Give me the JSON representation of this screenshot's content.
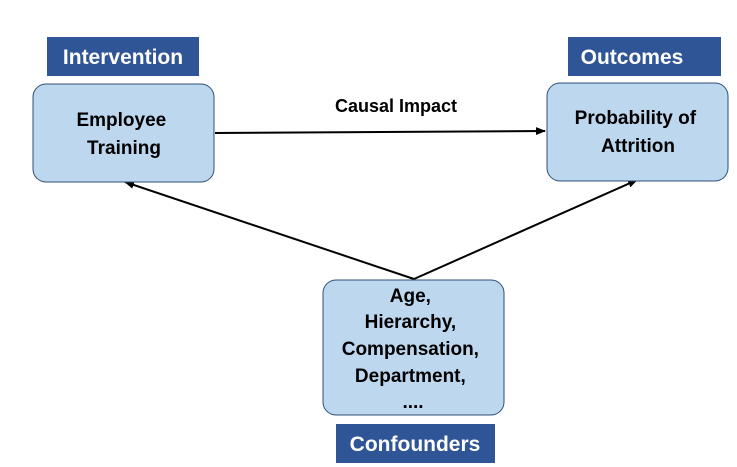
{
  "colors": {
    "node_fill": "#bdd7ee",
    "node_border": "#2f4f7a",
    "tag_fill": "#2f5597",
    "tag_text": "#ffffff",
    "arrow": "#000000"
  },
  "tags": {
    "intervention": "Intervention",
    "outcomes": "Outcomes",
    "confounders": "Confounders"
  },
  "nodes": {
    "intervention_lines": [
      "Employee",
      "Training"
    ],
    "outcome_lines": [
      "Probability of",
      "Attrition"
    ],
    "confounder_lines": [
      "Age,",
      "Hierarchy,",
      "Compensation,",
      "Department,",
      "...."
    ]
  },
  "edges": {
    "causal_label": "Causal Impact"
  }
}
